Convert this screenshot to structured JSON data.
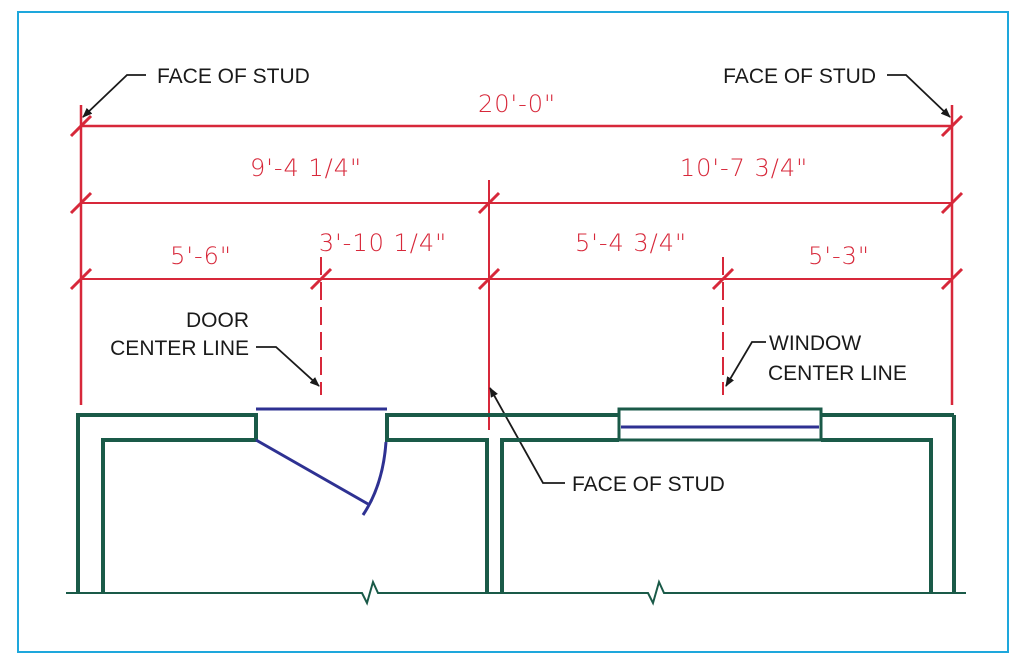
{
  "diagram": {
    "type": "architectural floor plan dimensioning",
    "colors": {
      "frame": "#1ea7dc",
      "dimension": "#d7283a",
      "wall": "#1a5a48",
      "opening": "#2e3192",
      "leader": "#1a1a1a"
    },
    "labels": {
      "face_of_stud_left": "FACE OF STUD",
      "face_of_stud_right": "FACE OF STUD",
      "face_of_stud_middle": "FACE OF STUD",
      "door_center_line_1": "DOOR",
      "door_center_line_2": "CENTER LINE",
      "window_center_line_1": "WINDOW",
      "window_center_line_2": "CENTER LINE"
    },
    "dimensions": {
      "overall": "20'-0\"",
      "left_half": "9'-4 1/4\"",
      "right_half": "10'-7 3/4\"",
      "to_door_center": "5'-6\"",
      "door_center_to_stud": "3'-10 1/4\"",
      "stud_to_window_center": "5'-4 3/4\"",
      "window_center_to_end": "5'-3\""
    }
  }
}
